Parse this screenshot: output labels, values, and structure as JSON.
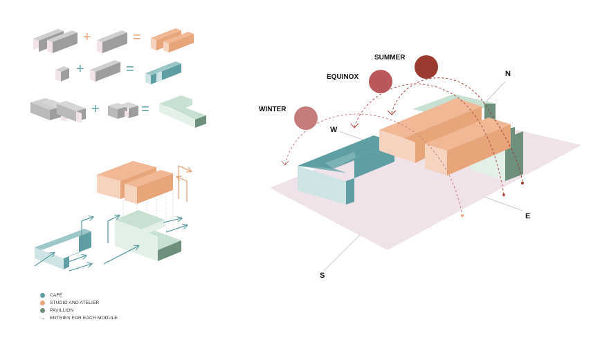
{
  "colors": {
    "cafe": "#5f9ea2",
    "studio": "#e8a57a",
    "pavillion": "#6d8f7c",
    "site": "#efe2e8",
    "sun_summer": "#9a3b30",
    "sun_equinox": "#b8585a",
    "sun_winter": "#c77c7c",
    "grey_block": "#9a9a9a"
  },
  "labels": {
    "summer": "SUMMER",
    "equinox": "EQUINOX",
    "winter": "WINTER",
    "north": "N",
    "south": "S",
    "east": "E",
    "west": "W"
  },
  "operators": {
    "plus": "+",
    "equals": "="
  },
  "legend": [
    {
      "kind": "dot",
      "color_key": "cafe",
      "label": "CAFÉ"
    },
    {
      "kind": "dot",
      "color_key": "studio",
      "label": "STUDIO AND ATELIER"
    },
    {
      "kind": "dot",
      "color_key": "pavillion",
      "label": "PAVILLION"
    },
    {
      "kind": "arrow",
      "icon": "arrow-right-icon",
      "label": "ENTRIES FOR EACH MODULE"
    }
  ]
}
